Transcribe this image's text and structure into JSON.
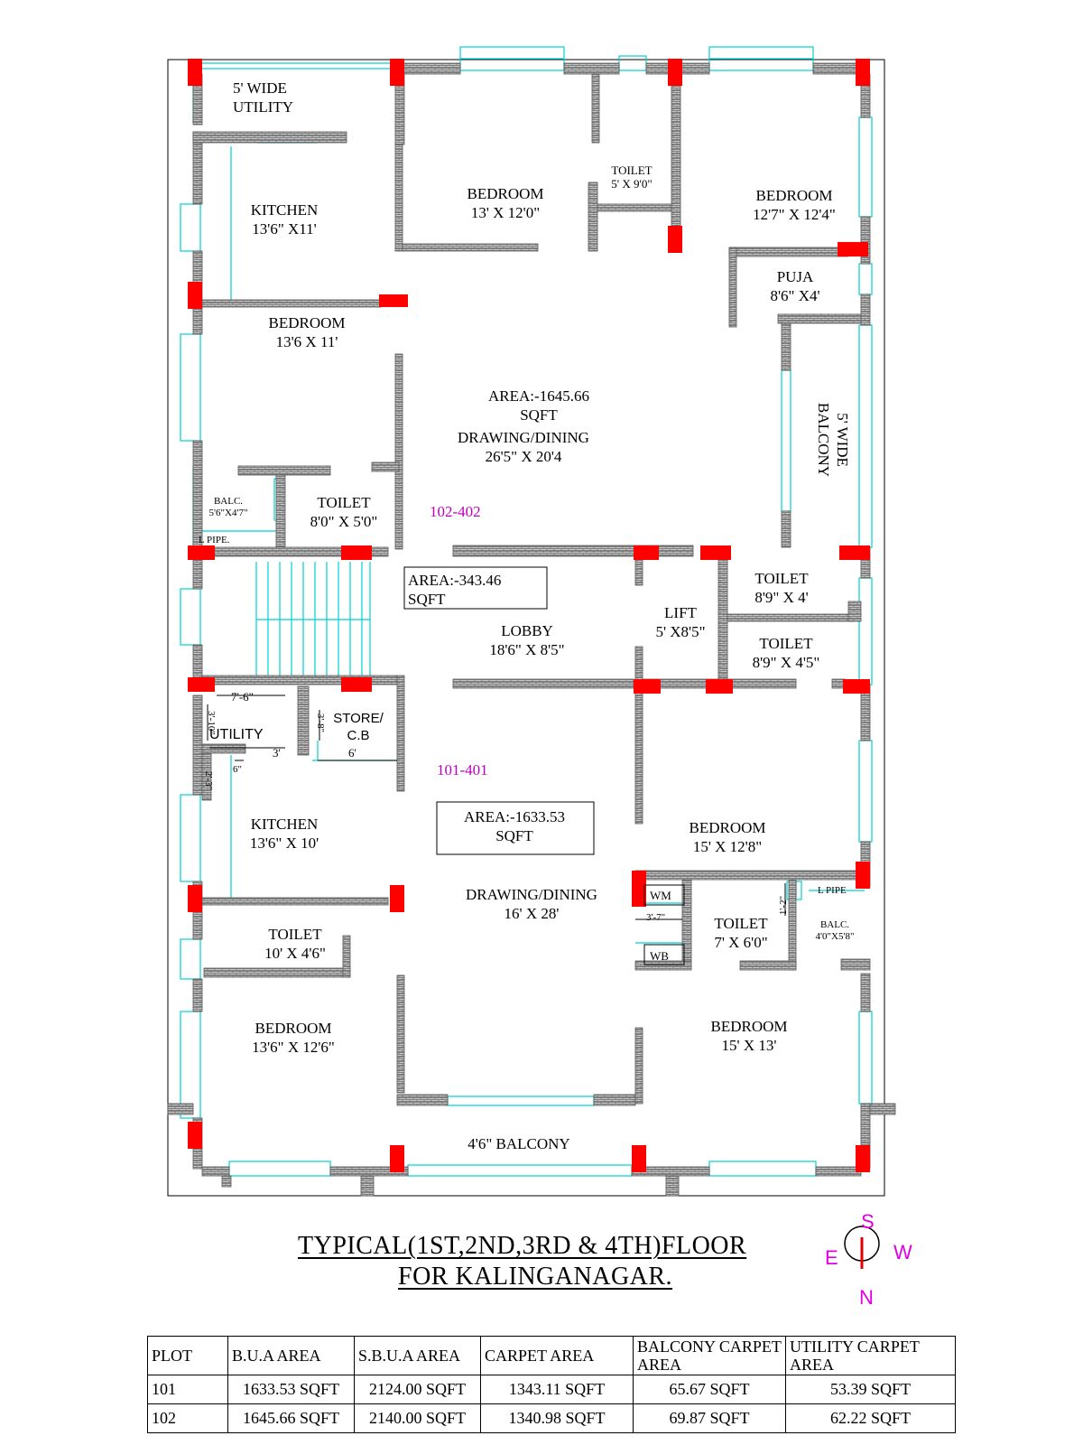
{
  "rooms": {
    "utility_top": {
      "name": "5' WIDE",
      "dim": "UTILITY"
    },
    "bedroom_top_mid": {
      "name": "BEDROOM",
      "dim": "13' X 12'0\""
    },
    "toilet_top": {
      "name": "TOILET",
      "dim": "5' X 9'0\""
    },
    "bedroom_top_right": {
      "name": "BEDROOM",
      "dim": "12'7\" X 12'4\""
    },
    "kitchen_top": {
      "name": "KITCHEN",
      "dim": "13'6\" X11'"
    },
    "puja": {
      "name": "PUJA",
      "dim": "8'6\" X4'"
    },
    "bedroom_left_top": {
      "name": "BEDROOM",
      "dim": "13'6 X 11'"
    },
    "area_top": {
      "line1": "AREA:-1645.66",
      "line2": "SQFT"
    },
    "drawing_top": {
      "name": "DRAWING/DINING",
      "dim": "26'5\" X 20'4"
    },
    "balcony_right": {
      "line1": "5' WIDE",
      "line2": "BALCONY"
    },
    "balc_small_top": {
      "name": "BALC.",
      "dim": "5'6\"X4'7\""
    },
    "lpipe_top": "L PIPE.",
    "toilet_left_top": {
      "name": "TOILET",
      "dim": "8'0\" X 5'0\""
    },
    "flat_top": "102-402",
    "area_lobby": {
      "line1": "AREA:-343.46",
      "line2": "SQFT"
    },
    "lobby": {
      "name": "LOBBY",
      "dim": "18'6\" X 8'5\""
    },
    "lift": {
      "name": "LIFT",
      "dim": "5' X8'5\""
    },
    "toilet_right_1": {
      "name": "TOILET",
      "dim": "8'9\" X 4'"
    },
    "toilet_right_2": {
      "name": "TOILET",
      "dim": "8'9\" X 4'5\""
    },
    "utility_bottom": {
      "dim_top": "7'-6\"",
      "name": "UTILITY",
      "dim_side": "3'-10\"",
      "dim_bottom": "3'"
    },
    "store": {
      "name": "STORE/",
      "name2": "C.B",
      "dim_side": "3'-8\"",
      "dim_bottom": "6'"
    },
    "kitchen_dim_6": "6\"",
    "kitchen_side_dim": "2'-3\"",
    "flat_bottom": "101-401",
    "kitchen_bottom": {
      "name": "KITCHEN",
      "dim": "13'6\" X 10'"
    },
    "area_bottom": {
      "line1": "AREA:-1633.53",
      "line2": "SQFT"
    },
    "bedroom_right_mid": {
      "name": "BEDROOM",
      "dim": "15' X 12'8\""
    },
    "drawing_bottom": {
      "name": "DRAWING/DINING",
      "dim": "16' X 28'"
    },
    "wm": "WM",
    "wb": "WB",
    "wm_dim": "3'-7\"",
    "toilet_bottom_mid": {
      "name": "TOILET",
      "dim": "7' X 6'0\""
    },
    "toilet_bottom_mid_dim": "1'-2\"",
    "lpipe_bottom": "L PIPE",
    "balc_small_bottom": {
      "name": "BALC.",
      "dim": "4'0\"X5'8\""
    },
    "toilet_bottom_left": {
      "name": "TOILET",
      "dim": "10' X 4'6\""
    },
    "bedroom_bottom_left": {
      "name": "BEDROOM",
      "dim": "13'6\" X 12'6\""
    },
    "bedroom_bottom_right": {
      "name": "BEDROOM",
      "dim": "15' X 13'"
    },
    "balcony_bottom": "4'6\" BALCONY"
  },
  "title": {
    "line1": "TYPICAL(1ST,2ND,3RD & 4TH)FLOOR",
    "line2": "FOR KALINGANAGAR."
  },
  "compass": {
    "s": "S",
    "w": "W",
    "e": "E",
    "n": "N",
    "color": "#e000e0"
  },
  "table": {
    "headers": [
      "PLOT",
      "B.U.A AREA",
      "S.B.U.A AREA",
      "CARPET AREA",
      "BALCONY CARPET AREA",
      "UTILITY CARPET AREA"
    ],
    "rows": [
      [
        "101",
        "1633.53 SQFT",
        "2124.00 SQFT",
        "1343.11 SQFT",
        "65.67 SQFT",
        "53.39 SQFT"
      ],
      [
        "102",
        "1645.66 SQFT",
        "2140.00 SQFT",
        "1340.98 SQFT",
        "69.87 SQFT",
        "62.22 SQFT"
      ]
    ]
  },
  "colors": {
    "wall": "#b8b8b8",
    "column": "#ff0000",
    "window": "#00d0d0",
    "label_flat": "#c000c0"
  }
}
